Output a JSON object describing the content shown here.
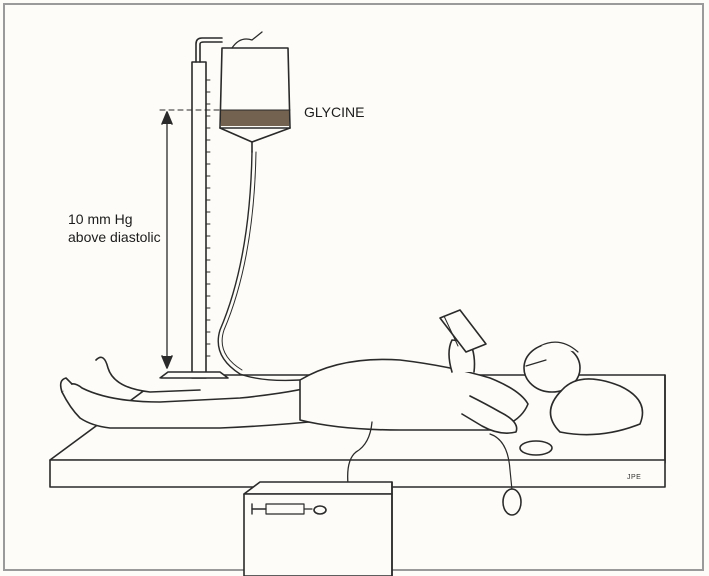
{
  "figure": {
    "labels": {
      "fluid": "GLYCINE",
      "pressure_line1": "10 mm Hg",
      "pressure_line2": "above diastolic"
    },
    "artist_initials": "JPE",
    "colors": {
      "ink": "#2a2a2a",
      "background": "#fdfcf8",
      "frame": "#9a9a9a",
      "fluid": "#5a4632"
    }
  }
}
